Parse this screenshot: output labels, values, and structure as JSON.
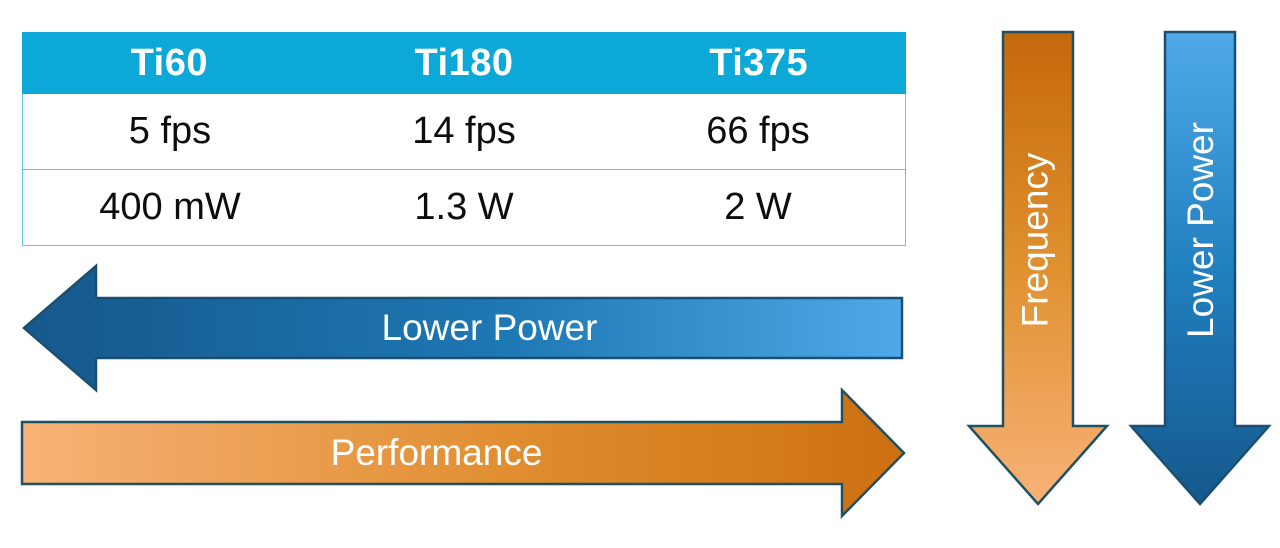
{
  "table": {
    "headers": [
      "Ti60",
      "Ti180",
      "Ti375"
    ],
    "rows": [
      [
        "5 fps",
        "14 fps",
        "66 fps"
      ],
      [
        "400 mW",
        "1.3 W",
        "2 W"
      ]
    ],
    "header_bg": "#0CA8D8",
    "header_text_color": "#FFFFFF",
    "border_color": "#5BC8E8"
  },
  "arrows": {
    "horizontal": [
      {
        "name": "lower-power-horizontal",
        "label": "Lower Power",
        "direction": "left",
        "gradient_from": "#15588C",
        "gradient_to": "#4FA9E8",
        "outline": "#1B4F72",
        "text_color": "#FFFFFF"
      },
      {
        "name": "performance-horizontal",
        "label": "Performance",
        "direction": "right",
        "gradient_from": "#F7B277",
        "gradient_to": "#CC7012",
        "outline": "#1F5163",
        "text_color": "#FFFFFF"
      }
    ],
    "vertical": [
      {
        "name": "frequency-vertical",
        "label": "Frequency",
        "direction": "down",
        "gradient_from": "#C4680C",
        "gradient_to": "#F7B277",
        "outline": "#1F5163",
        "text_color": "#FFFFFF"
      },
      {
        "name": "lower-power-vertical",
        "label": "Lower Power",
        "direction": "down",
        "gradient_from": "#4FA9E8",
        "gradient_to": "#15588C",
        "outline": "#1B4F72",
        "text_color": "#FFFFFF"
      }
    ]
  }
}
